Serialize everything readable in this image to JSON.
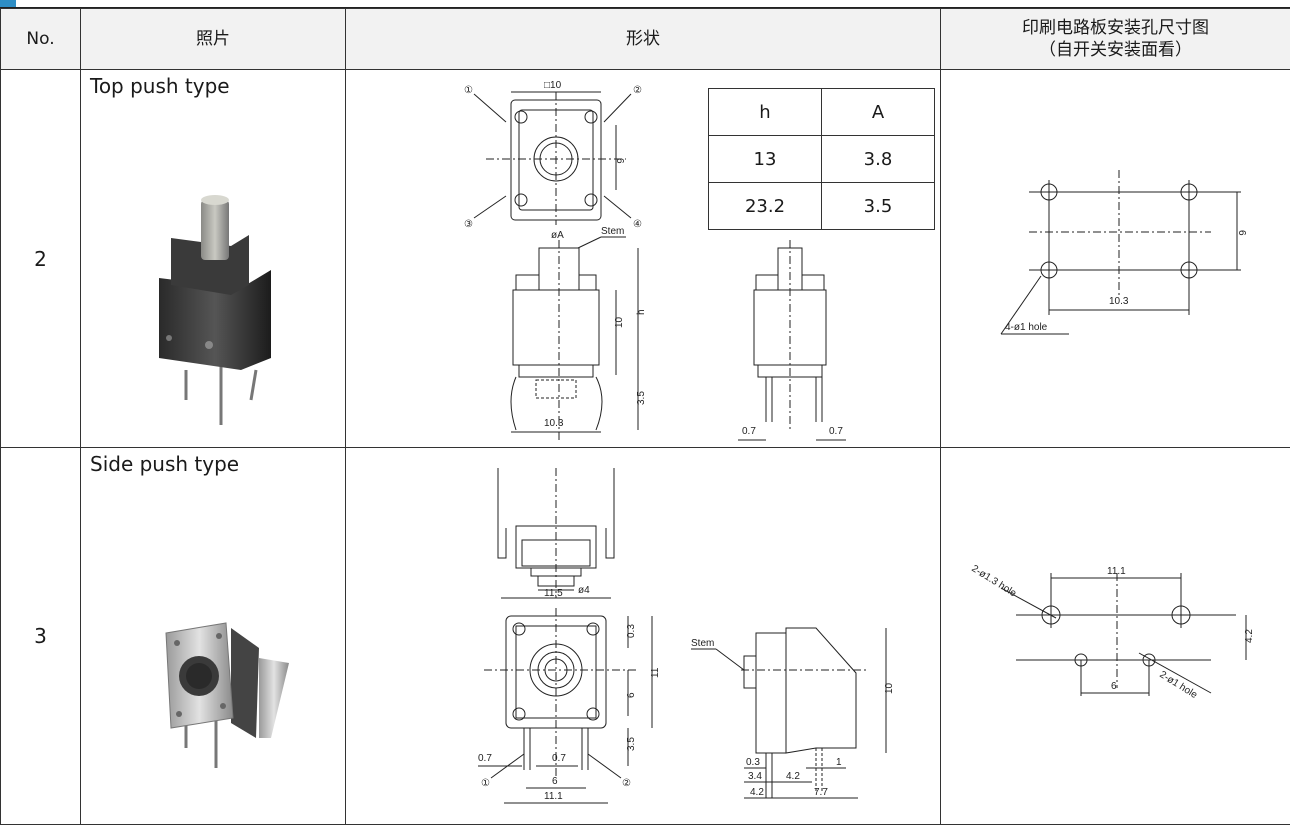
{
  "header": {
    "col_no": "No.",
    "col_photo": "照片",
    "col_shape": "形状",
    "col_pcb_line1": "印刷电路板安装孔尺寸图",
    "col_pcb_line2": "（自开关安装面看）"
  },
  "rows": [
    {
      "no": "2",
      "type": "Top push type",
      "shape": {
        "square": "□10",
        "pins": [
          "①",
          "②",
          "③",
          "④"
        ],
        "pitch_v": "6",
        "stem_dia": "øA",
        "stem": "Stem",
        "height_10": "10",
        "height_h": "h",
        "lead": "3.5",
        "width": "10.3",
        "lead_w_left": "0.7",
        "lead_w_right": "0.7"
      },
      "ha_table": {
        "headers": [
          "h",
          "A"
        ],
        "rows": [
          [
            "13",
            "3.8"
          ],
          [
            "23.2",
            "3.5"
          ]
        ]
      },
      "pcb": {
        "pitch_v": "6",
        "pitch_h": "10.3",
        "hole": "4-ø1 hole"
      }
    },
    {
      "no": "3",
      "type": "Side push type",
      "shape": {
        "top_width": "11.5",
        "stem_dia": "ø4",
        "dim_03": "0.3",
        "dim_11": "11",
        "dim_6": "6",
        "dim_35": "3.5",
        "lead_w_left": "0.7",
        "lead_w_mid": "0.7",
        "pitch": "6",
        "overall": "11.1",
        "pins": [
          "①",
          "②"
        ],
        "stem": "Stem",
        "side_h": "10",
        "side_03": "0.3",
        "side_34": "3.4",
        "side_42": "4.2",
        "side_1": "1",
        "side_42b": "4.2",
        "side_77": "7.7"
      },
      "pcb": {
        "pitch_top": "11.1",
        "pitch_v": "4.2",
        "pitch_bottom": "6",
        "hole_big": "2-ø1.3 hole",
        "hole_small": "2-ø1 hole"
      }
    }
  ],
  "colors": {
    "accent": "#2f8ec5",
    "header_bg": "#f2f2f2"
  }
}
